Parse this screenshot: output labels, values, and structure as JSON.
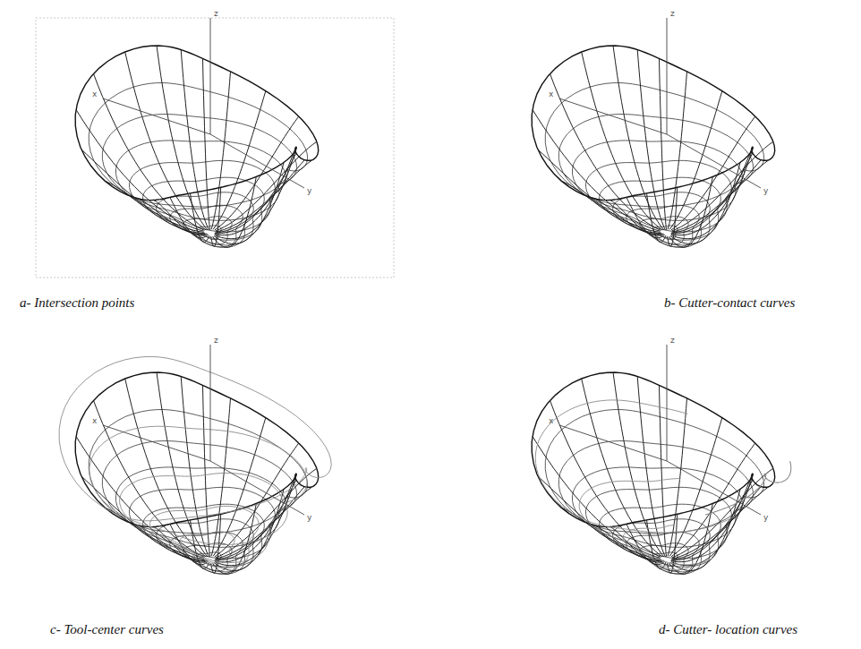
{
  "diagram": {
    "labels": [
      "z",
      "x",
      "y",
      "a- Intersection points",
      "z",
      "x",
      "y",
      "b- Cutter-contact curves",
      "z",
      "x",
      "y",
      "c- Tool-center curves",
      "z",
      "x",
      "y",
      "d- Cutter- location curves"
    ]
  }
}
